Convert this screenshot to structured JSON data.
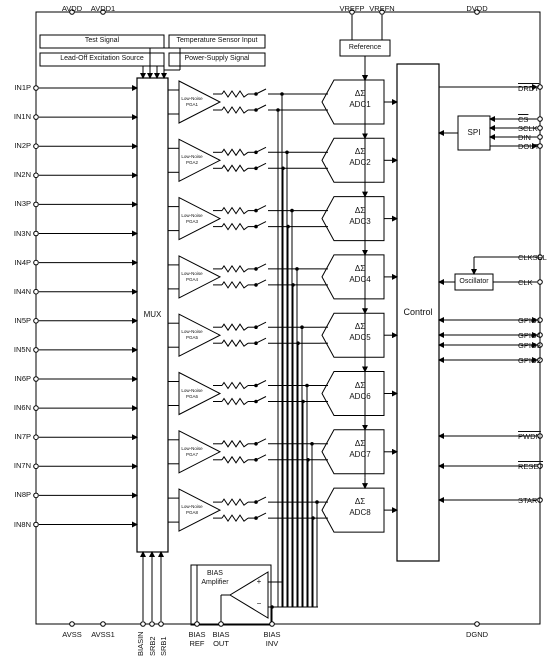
{
  "top_pins": {
    "avdd": "AVDD",
    "avdd1": "AVDD1",
    "vrefp": "VREFP",
    "vrefn": "VREFN",
    "dvdd": "DVDD"
  },
  "top_boxes": {
    "test_signal": "Test Signal",
    "temp_sensor": "Temperature Sensor Input",
    "lead_off": "Lead-Off Excitation Source",
    "power_supply": "Power-Supply Signal",
    "reference": "Reference"
  },
  "inputs": [
    "IN1P",
    "IN1N",
    "IN2P",
    "IN2N",
    "IN3P",
    "IN3N",
    "IN4P",
    "IN4N",
    "IN5P",
    "IN5N",
    "IN6P",
    "IN6N",
    "IN7P",
    "IN7N",
    "IN8P",
    "IN8N"
  ],
  "mux": "MUX",
  "channels": [
    {
      "pga_line1": "Low-Noise",
      "pga_line2": "PGA1",
      "delta_sigma": "ΔΣ",
      "adc": "ADC1"
    },
    {
      "pga_line1": "Low-Noise",
      "pga_line2": "PGA2",
      "delta_sigma": "ΔΣ",
      "adc": "ADC2"
    },
    {
      "pga_line1": "Low-Noise",
      "pga_line2": "PGA3",
      "delta_sigma": "ΔΣ",
      "adc": "ADC3"
    },
    {
      "pga_line1": "Low-Noise",
      "pga_line2": "PGA4",
      "delta_sigma": "ΔΣ",
      "adc": "ADC4"
    },
    {
      "pga_line1": "Low-Noise",
      "pga_line2": "PGA5",
      "delta_sigma": "ΔΣ",
      "adc": "ADC5"
    },
    {
      "pga_line1": "Low-Noise",
      "pga_line2": "PGA6",
      "delta_sigma": "ΔΣ",
      "adc": "ADC6"
    },
    {
      "pga_line1": "Low-Noise",
      "pga_line2": "PGA7",
      "delta_sigma": "ΔΣ",
      "adc": "ADC7"
    },
    {
      "pga_line1": "Low-Noise",
      "pga_line2": "PGA8",
      "delta_sigma": "ΔΣ",
      "adc": "ADC8"
    }
  ],
  "control": "Control",
  "spi": "SPI",
  "oscillator": "Oscillator",
  "right_pins": {
    "drdy": "DRDY",
    "cs": "CS",
    "sclk": "SCLK",
    "din": "DIN",
    "dout": "DOUT",
    "clksel": "CLKSEL",
    "clk": "CLK",
    "gpio1": "GPIO1",
    "gpio4": "GPIO4",
    "gpio3": "GPIO3",
    "gpio2": "GPIO2",
    "pwdn": "PWDN",
    "reset": "RESET",
    "start": "START"
  },
  "bias": {
    "line1": "BIAS",
    "line2": "Amplifier",
    "plus": "+",
    "minus": "−"
  },
  "bottom_pins": {
    "avss": "AVSS",
    "avss1": "AVSS1",
    "biasin": "BIASIN",
    "srb2": "SRB2",
    "srb1": "SRB1",
    "bias_ref_1": "BIAS",
    "bias_ref_2": "REF",
    "bias_out_1": "BIAS",
    "bias_out_2": "OUT",
    "bias_inv_1": "BIAS",
    "bias_inv_2": "INV",
    "dgnd": "DGND"
  }
}
